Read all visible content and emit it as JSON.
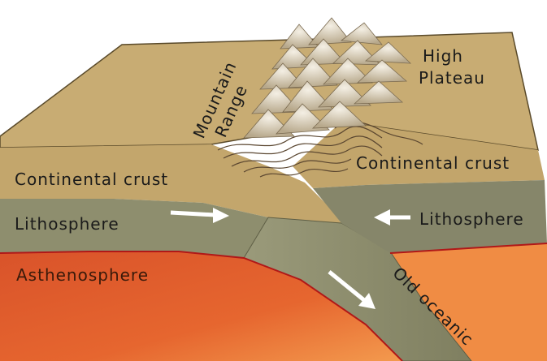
{
  "labels": {
    "mountain_line1": "Mountain",
    "mountain_line2": "Range",
    "plateau_line1": "High",
    "plateau_line2": "Plateau",
    "continental_crust_left": "Continental crust",
    "continental_crust_right": "Continental crust",
    "lithosphere_left": "Lithosphere",
    "lithosphere_right": "Lithosphere",
    "asthenosphere": "Asthenosphere",
    "old_oceanic": "Old oceanic"
  },
  "colors": {
    "crust_top": "#c9ad75",
    "crust_front": "#c0a46a",
    "crust_dark": "#a88c55",
    "lithosphere": "#8c8c6c",
    "lithosphere_dark": "#757556",
    "asthenosphere": "#e2622e",
    "asthenosphere_light": "#ef8a45",
    "boundary": "#b01818",
    "mountain": "#d6cbb4",
    "arrow": "#ffffff"
  }
}
